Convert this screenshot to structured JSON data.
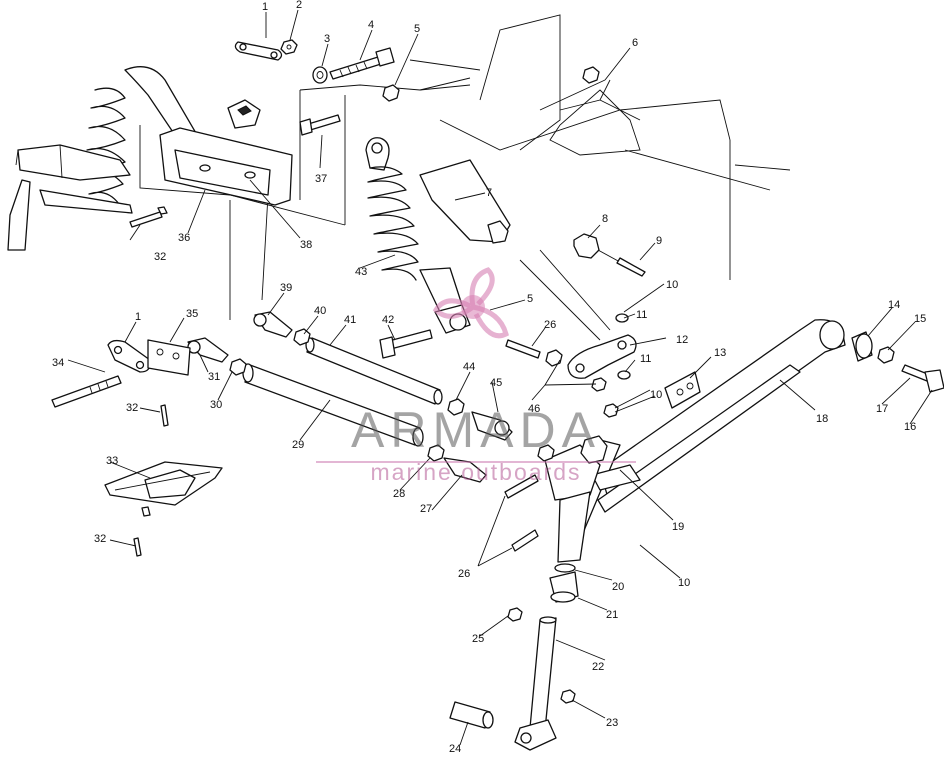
{
  "watermark": {
    "title": "ARMADA",
    "subtitle": "marine outboards",
    "color": "#d77fb3"
  },
  "callouts": [
    {
      "id": "c1a",
      "text": "1"
    },
    {
      "id": "c2",
      "text": "2"
    },
    {
      "id": "c3",
      "text": "3"
    },
    {
      "id": "c4",
      "text": "4"
    },
    {
      "id": "c5a",
      "text": "5"
    },
    {
      "id": "c6",
      "text": "6"
    },
    {
      "id": "c7",
      "text": "7"
    },
    {
      "id": "c8",
      "text": "8"
    },
    {
      "id": "c9",
      "text": "9"
    },
    {
      "id": "c10a",
      "text": "10"
    },
    {
      "id": "c11a",
      "text": "11"
    },
    {
      "id": "c12",
      "text": "12"
    },
    {
      "id": "c11b",
      "text": "11"
    },
    {
      "id": "c13",
      "text": "13"
    },
    {
      "id": "c10b",
      "text": "10"
    },
    {
      "id": "c14",
      "text": "14"
    },
    {
      "id": "c15",
      "text": "15"
    },
    {
      "id": "c17",
      "text": "17"
    },
    {
      "id": "c16",
      "text": "16"
    },
    {
      "id": "c18",
      "text": "18"
    },
    {
      "id": "c19",
      "text": "19"
    },
    {
      "id": "c10c",
      "text": "10"
    },
    {
      "id": "c20",
      "text": "20"
    },
    {
      "id": "c21",
      "text": "21"
    },
    {
      "id": "c22",
      "text": "22"
    },
    {
      "id": "c23",
      "text": "23"
    },
    {
      "id": "c24",
      "text": "24"
    },
    {
      "id": "c25",
      "text": "25"
    },
    {
      "id": "c26a",
      "text": "26"
    },
    {
      "id": "c26b",
      "text": "26"
    },
    {
      "id": "c27",
      "text": "27"
    },
    {
      "id": "c28",
      "text": "28"
    },
    {
      "id": "c29",
      "text": "29"
    },
    {
      "id": "c30",
      "text": "30"
    },
    {
      "id": "c31",
      "text": "31"
    },
    {
      "id": "c32a",
      "text": "32"
    },
    {
      "id": "c32b",
      "text": "32"
    },
    {
      "id": "c32c",
      "text": "32"
    },
    {
      "id": "c33",
      "text": "33"
    },
    {
      "id": "c34",
      "text": "34"
    },
    {
      "id": "c35",
      "text": "35"
    },
    {
      "id": "c1b",
      "text": "1"
    },
    {
      "id": "c36",
      "text": "36"
    },
    {
      "id": "c37",
      "text": "37"
    },
    {
      "id": "c38",
      "text": "38"
    },
    {
      "id": "c39",
      "text": "39"
    },
    {
      "id": "c40",
      "text": "40"
    },
    {
      "id": "c41",
      "text": "41"
    },
    {
      "id": "c42",
      "text": "42"
    },
    {
      "id": "c43",
      "text": "43"
    },
    {
      "id": "c44",
      "text": "44"
    },
    {
      "id": "c45",
      "text": "45"
    },
    {
      "id": "c46",
      "text": "46"
    },
    {
      "id": "c5b",
      "text": "5"
    }
  ]
}
